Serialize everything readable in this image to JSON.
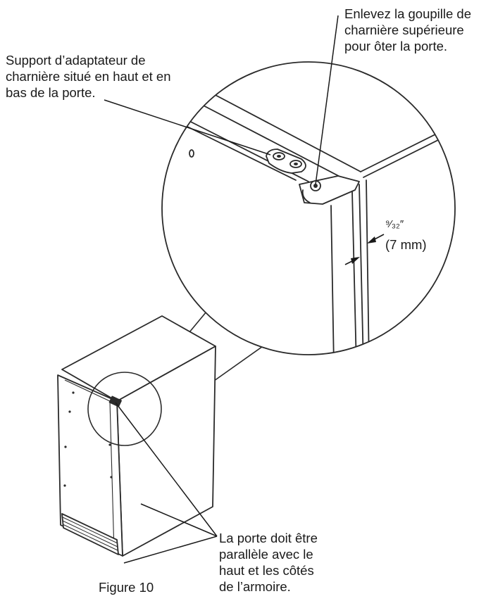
{
  "labels": {
    "top_right": [
      "Enlevez la goupille de",
      "charnière supérieure",
      "pour ôter la porte."
    ],
    "top_left": [
      "Support d’adaptateur de",
      "charnière situé en haut et en",
      "bas de la porte."
    ],
    "bottom": [
      "La porte doit être",
      "parallèle avec le",
      "haut et les côtés",
      "de l’armoire."
    ],
    "figure": "Figure 10",
    "gap_fraction": "⁹⁄₃₂″",
    "gap_mm": "(7 mm)"
  }
}
